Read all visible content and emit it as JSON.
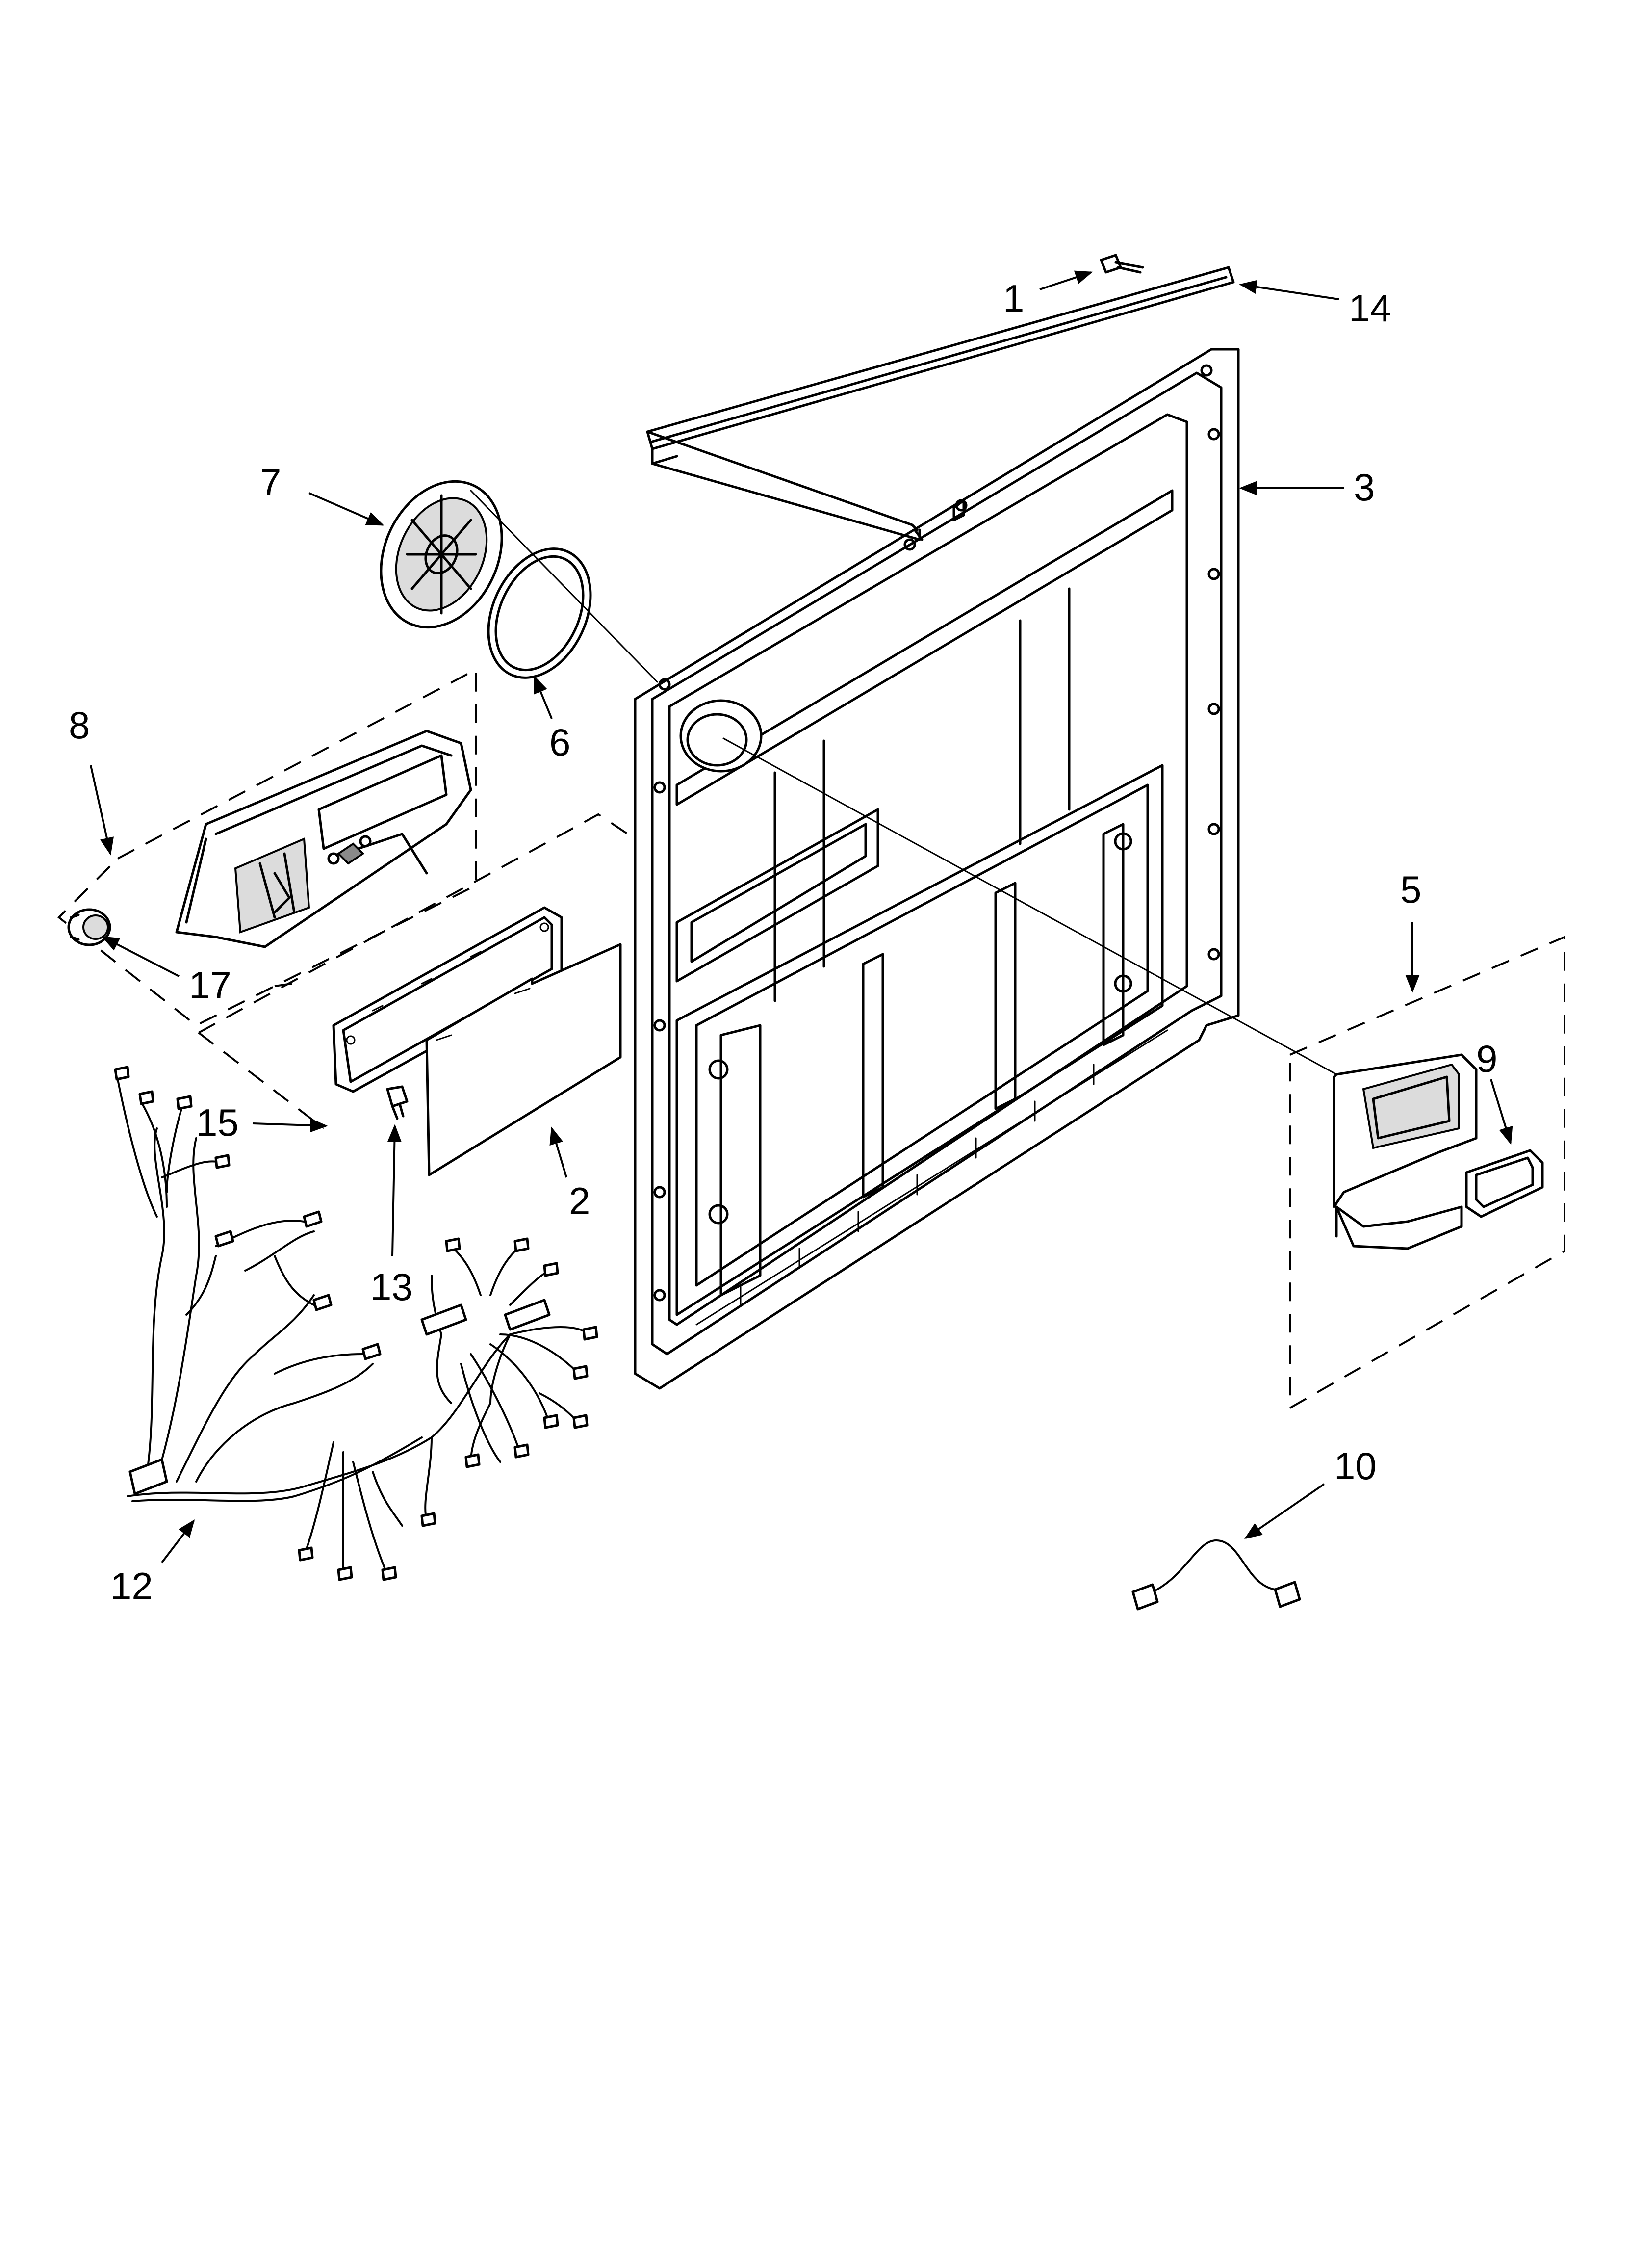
{
  "callouts": [
    {
      "id": "1",
      "label": "1"
    },
    {
      "id": "2",
      "label": "2"
    },
    {
      "id": "3",
      "label": "3"
    },
    {
      "id": "5",
      "label": "5"
    },
    {
      "id": "6",
      "label": "6"
    },
    {
      "id": "7",
      "label": "7"
    },
    {
      "id": "8",
      "label": "8"
    },
    {
      "id": "9",
      "label": "9"
    },
    {
      "id": "10",
      "label": "10"
    },
    {
      "id": "12",
      "label": "12"
    },
    {
      "id": "13",
      "label": "13"
    },
    {
      "id": "14",
      "label": "14"
    },
    {
      "id": "15",
      "label": "15"
    },
    {
      "id": "17",
      "label": "17"
    }
  ],
  "colors": {
    "line": "#000000",
    "background": "#ffffff",
    "shade": "#dcdcdc"
  }
}
